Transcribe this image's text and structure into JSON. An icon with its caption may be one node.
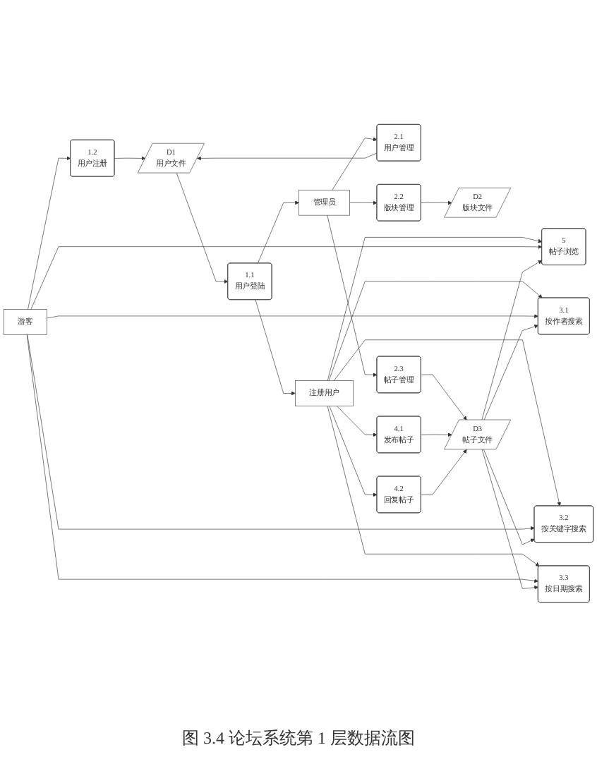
{
  "diagram": {
    "caption": "图 3.4 论坛系统第 1 层数据流图",
    "nodes": [
      {
        "text": [
          "D1",
          "用户文件"
        ]
      },
      {
        "text": [
          "1.1",
          "用户登陆"
        ]
      },
      {
        "text": [
          "管理员"
        ]
      },
      {
        "text": [
          "注册用户"
        ]
      },
      {
        "text": [
          "游客"
        ]
      },
      {
        "text": [
          "1.2",
          "用户注册"
        ]
      },
      {
        "text": [
          "2.1",
          "用户管理"
        ]
      },
      {
        "text": [
          "2.2",
          "版块管理"
        ]
      },
      {
        "text": [
          "2.3",
          "帖子管理"
        ]
      },
      {
        "text": [
          "D2",
          "版块文件"
        ]
      },
      {
        "text": [
          "4.1",
          "发布帖子"
        ]
      },
      {
        "text": [
          "4.2",
          "回复帖子"
        ]
      },
      {
        "text": [
          "D3",
          "帖子文件"
        ]
      },
      {
        "text": [
          "5",
          "帖子浏览"
        ]
      },
      {
        "text": [
          "3.1",
          "按作者搜索"
        ]
      },
      {
        "text": [
          "3.2",
          "按关键字搜索"
        ]
      },
      {
        "text": [
          "3.3",
          "按日期搜索"
        ]
      }
    ],
    "edges": [
      {
        "from": 0,
        "to": 1,
        "arrow": "to"
      },
      {
        "from": 6,
        "to": 0,
        "arrow": "to"
      },
      {
        "from": 1,
        "to": 2,
        "arrow": "to"
      },
      {
        "from": 1,
        "to": 3,
        "arrow": "to"
      },
      {
        "from": 2,
        "to": 6,
        "arrow": "to"
      },
      {
        "from": 2,
        "to": 7,
        "arrow": "to"
      },
      {
        "from": 2,
        "to": 8,
        "arrow": "to"
      },
      {
        "from": 7,
        "to": 9,
        "arrow": "to"
      },
      {
        "from": 8,
        "to": 12,
        "arrow": "to"
      },
      {
        "from": 3,
        "to": 10,
        "arrow": "to"
      },
      {
        "from": 3,
        "to": 11,
        "arrow": "to"
      },
      {
        "from": 10,
        "to": 12,
        "arrow": "to"
      },
      {
        "from": 11,
        "to": 12,
        "arrow": "to"
      },
      {
        "from": 3,
        "to": 13,
        "arrow": "to"
      },
      {
        "from": 3,
        "to": 14,
        "arrow": "to"
      },
      {
        "from": 3,
        "to": 15,
        "arrow": "to"
      },
      {
        "from": 3,
        "to": 16,
        "arrow": "to"
      },
      {
        "from": 4,
        "to": 13,
        "arrow": "to"
      },
      {
        "from": 4,
        "to": 14,
        "arrow": "to"
      },
      {
        "from": 4,
        "to": 15,
        "arrow": "to"
      },
      {
        "from": 4,
        "to": 16,
        "arrow": "to"
      },
      {
        "from": 4,
        "to": 5,
        "arrow": "to"
      },
      {
        "from": 5,
        "to": 0,
        "arrow": "to"
      },
      {
        "from": 12,
        "to": 13,
        "arrow": "to"
      },
      {
        "from": 12,
        "to": 14,
        "arrow": "to"
      },
      {
        "from": 12,
        "to": 15,
        "arrow": "to"
      },
      {
        "from": 12,
        "to": 16,
        "arrow": "to"
      }
    ]
  }
}
